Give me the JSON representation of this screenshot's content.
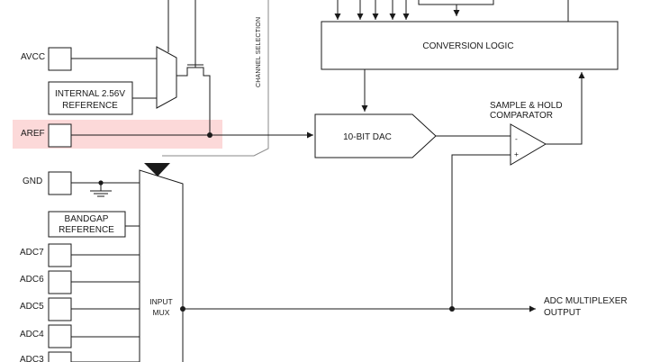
{
  "pins": {
    "avcc": "AVCC",
    "aref": "AREF",
    "gnd": "GND",
    "adc7": "ADC7",
    "adc6": "ADC6",
    "adc5": "ADC5",
    "adc4": "ADC4",
    "adc3": "ADC3"
  },
  "blocks": {
    "internal_ref_line1": "INTERNAL 2.56V",
    "internal_ref_line2": "REFERENCE",
    "bandgap_line1": "BANDGAP",
    "bandgap_line2": "REFERENCE",
    "conversion_logic": "CONVERSION LOGIC",
    "dac": "10-BIT DAC",
    "sample_hold_line1": "SAMPLE & HOLD",
    "sample_hold_line2": "COMPARATOR",
    "comparator_minus": "-",
    "comparator_plus": "+",
    "input_mux_line1": "INPUT",
    "input_mux_line2": "MUX",
    "channel_selection": "CHANNEL SELECTION",
    "output_line1": "ADC MULTIPLEXER",
    "output_line2": "OUTPUT"
  },
  "colors": {
    "highlight": "#fcd9d9",
    "line": "#1a1a1a",
    "guide": "#8a8a8a"
  }
}
